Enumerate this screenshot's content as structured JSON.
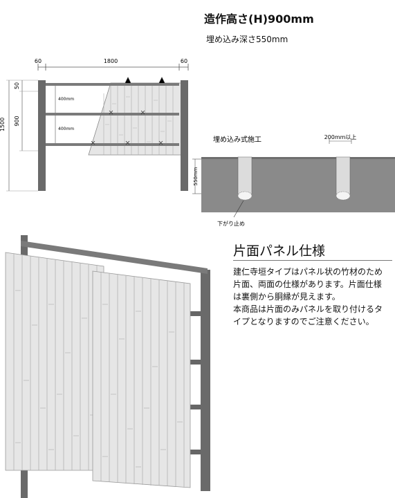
{
  "header": {
    "title": "造作高さ(H)900mm",
    "subtitle": "埋め込み深さ550mm"
  },
  "fence_drawing": {
    "dim_left": "60",
    "dim_center": "1800",
    "dim_right": "60",
    "height_total": "1500",
    "height_fence": "900",
    "height_top": "50",
    "spacing_upper": "400mm",
    "spacing_lower": "400mm"
  },
  "embed_drawing": {
    "title": "埋め込み式施工",
    "hole_label": "200mm以上",
    "depth_label": "550mm",
    "footing_label": "下がり止め"
  },
  "spec": {
    "title": "片面パネル仕様",
    "paragraph_1": "建仁寺垣タイプはパネル状の竹材のため片面、両面の仕様があります。片面仕様は裏側から胴縁が見えます。",
    "paragraph_2": "本商品は片面のみパネルを取り付けるタイプとなりますのでご注意ください。"
  },
  "colors": {
    "post": "#6a6a6a",
    "ground": "#8a8a8a",
    "panel": "#e6e6e6",
    "panel_line": "#9a9a9a"
  }
}
